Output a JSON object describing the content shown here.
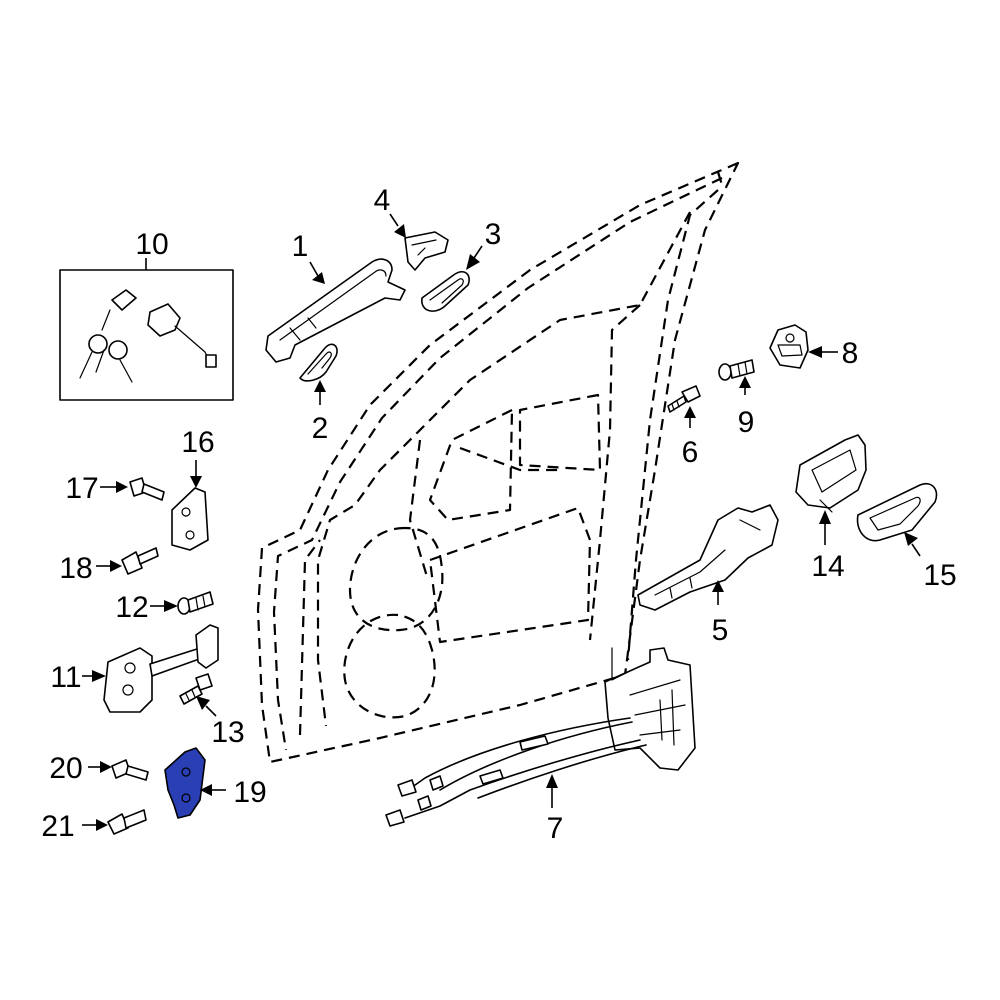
{
  "diagram": {
    "highlight_color": "#2b3fb5",
    "highlighted_part": "19",
    "callouts": [
      {
        "id": "1",
        "label": "1"
      },
      {
        "id": "2",
        "label": "2"
      },
      {
        "id": "3",
        "label": "3"
      },
      {
        "id": "4",
        "label": "4"
      },
      {
        "id": "5",
        "label": "5"
      },
      {
        "id": "6",
        "label": "6"
      },
      {
        "id": "7",
        "label": "7"
      },
      {
        "id": "8",
        "label": "8"
      },
      {
        "id": "9",
        "label": "9"
      },
      {
        "id": "10",
        "label": "10"
      },
      {
        "id": "11",
        "label": "11"
      },
      {
        "id": "12",
        "label": "12"
      },
      {
        "id": "13",
        "label": "13"
      },
      {
        "id": "14",
        "label": "14"
      },
      {
        "id": "15",
        "label": "15"
      },
      {
        "id": "16",
        "label": "16"
      },
      {
        "id": "17",
        "label": "17"
      },
      {
        "id": "18",
        "label": "18"
      },
      {
        "id": "19",
        "label": "19"
      },
      {
        "id": "20",
        "label": "20"
      },
      {
        "id": "21",
        "label": "21"
      }
    ]
  }
}
